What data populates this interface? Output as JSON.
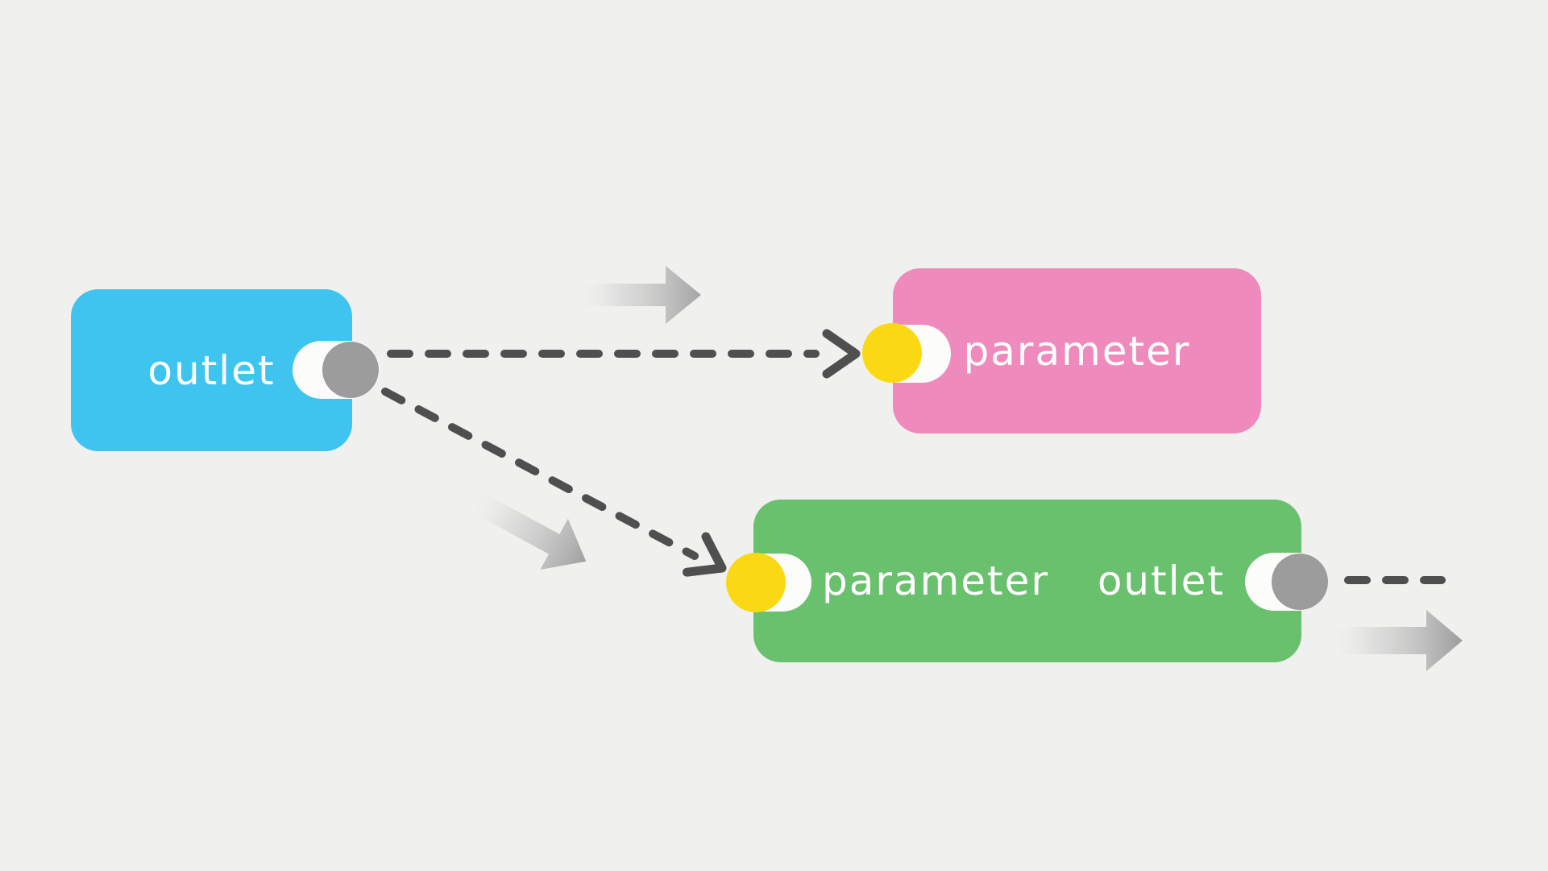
{
  "diagram": {
    "background_color": "#f0f0ef",
    "nodes": {
      "outlet": {
        "label": "outlet",
        "color": "#3ec4ef",
        "out_port": {
          "name": "outlet-port",
          "color": "#9c9c9c"
        }
      },
      "parameter": {
        "label": "parameter",
        "color": "#ef8bbc",
        "in_port": {
          "name": "parameter-port",
          "color": "#fad814"
        }
      },
      "parameter_outlet": {
        "label_parameter": "parameter",
        "label_outlet": "outlet",
        "color": "#69c06d",
        "in_port": {
          "name": "parameter-port",
          "color": "#fad814"
        },
        "out_port": {
          "name": "outlet-port",
          "color": "#9c9c9c"
        }
      }
    },
    "connection": {
      "dash_color": "#4f4f4f"
    },
    "flow_arrow_color": "#a2a2a2",
    "socket_color": "#fcfcfb"
  }
}
